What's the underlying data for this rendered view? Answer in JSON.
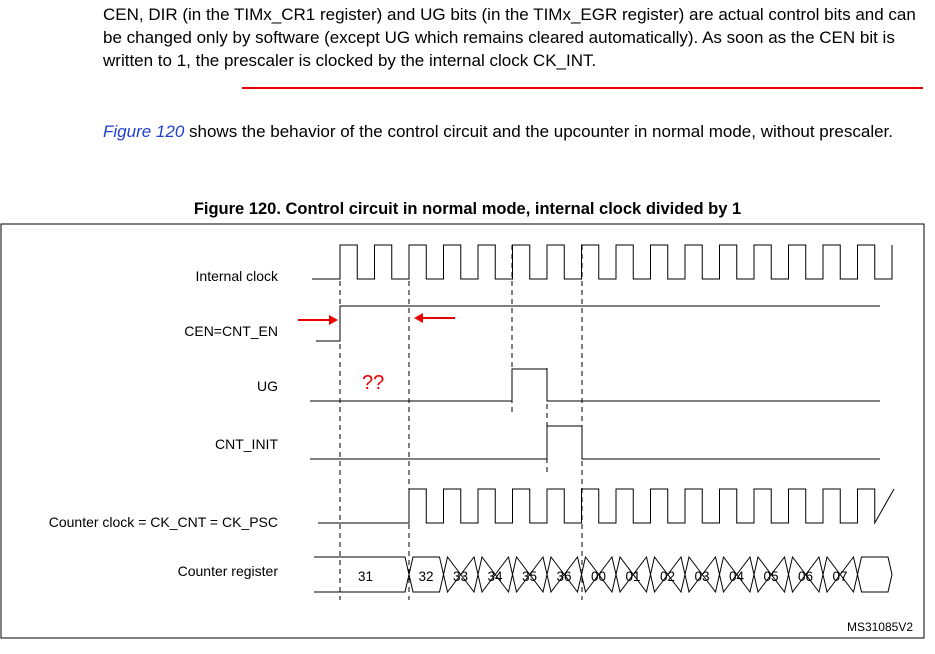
{
  "text": {
    "p1_before": "CEN, DIR (in the TIMx_CR1 register) and UG bits (in the TIMx_EGR register) are actual control bits and can be changed only by software (except UG which remains cleared automatically). ",
    "p1_highlight": "As soon as the CEN bit is written to 1, the prescaler is clocked by the internal",
    "p1_after": " clock CK_INT.",
    "p2_figref": "Figure 120",
    "p2_rest": " shows the behavior of the control circuit and the upcounter in normal mode, without prescaler.",
    "figure_title": "Figure 120. Control circuit in normal mode, internal clock divided by 1"
  },
  "signals": {
    "internal_clock": "Internal clock",
    "cen": "CEN=CNT_EN",
    "ug": "UG",
    "cnt_init": "CNT_INIT",
    "counter_clock": "Counter clock = CK_CNT = CK_PSC",
    "counter_register": "Counter register"
  },
  "counter_values": [
    "31",
    "32",
    "33",
    "34",
    "35",
    "36",
    "00",
    "01",
    "02",
    "03",
    "04",
    "05",
    "06",
    "07"
  ],
  "annotation": "??",
  "figure_code": "MS31085V2",
  "colors": {
    "annotation": "#e60000",
    "figure_ref": "#1f3fd0",
    "dashed": "#000000"
  }
}
